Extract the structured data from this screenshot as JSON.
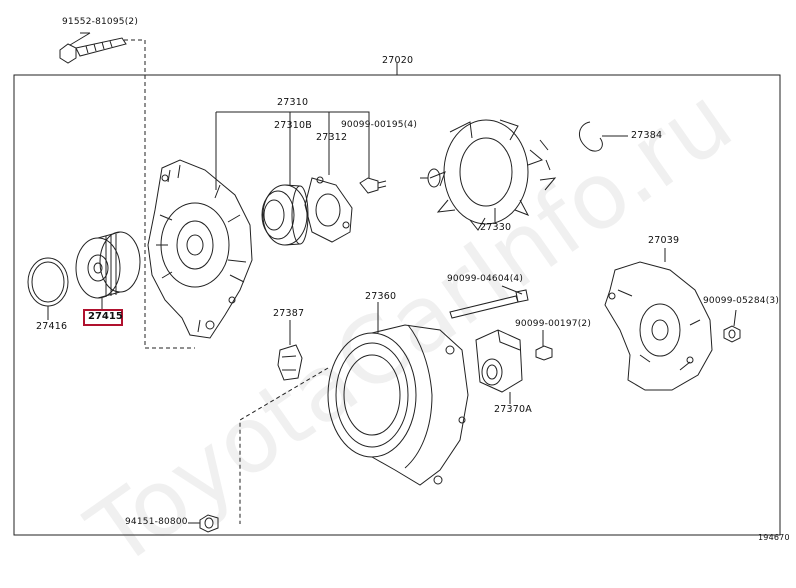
{
  "parts": {
    "bolt_top": "91552-81095(2)",
    "assembly": "27020",
    "frame_group": "27310",
    "frame": "27310B",
    "bearing_plate": "27312",
    "screw_a": "90099-00195(4)",
    "clip": "27384",
    "rotor": "27330",
    "cover": "27039",
    "bolt_mid": "90099-04604(4)",
    "nut": "90099-05284(3)",
    "housing": "27360",
    "screw_b": "90099-00197(2)",
    "brush": "27387",
    "regulator": "27370A",
    "ring": "27416",
    "pulley": "27415",
    "nut_bottom": "94151-80800"
  },
  "watermark": "ToyotaCarInfo.ru",
  "footer_code": "194670"
}
